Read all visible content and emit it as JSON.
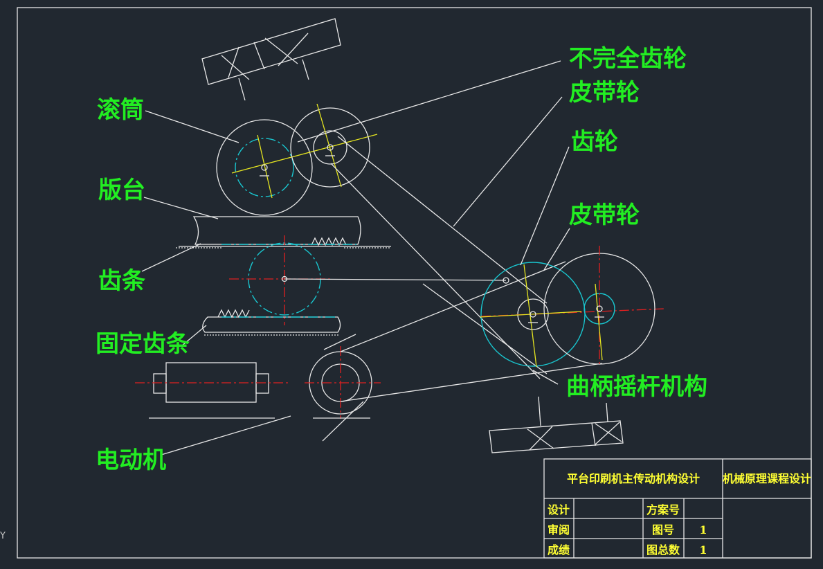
{
  "labels": {
    "incomplete_gear": "不完全齿轮",
    "belt_pulley_top": "皮带轮",
    "gear": "齿轮",
    "belt_pulley_mid": "皮带轮",
    "drum": "滚筒",
    "plate_table": "版台",
    "rack": "齿条",
    "fixed_rack": "固定齿条",
    "crank_rocker": "曲柄摇杆机构",
    "motor": "电动机"
  },
  "title_block": {
    "drawing_title": "平台印刷机主传动机构设计",
    "course_name": "机械原理课程设计",
    "design_label": "设计",
    "review_label": "审阅",
    "grade_label": "成绩",
    "scheme_label": "方案号",
    "drawing_no_label": "图号",
    "drawing_no_value": "1",
    "total_label": "图总数",
    "total_value": "1"
  },
  "axis_marker": "Y",
  "colors": {
    "background": "#212830",
    "label_text": "#22ee22",
    "title_text": "#ffff33",
    "lines": "#e8e8e8",
    "cyan_circles": "#19c6cf",
    "yellow_axes": "#e6e620",
    "red_centerlines": "#e02020"
  }
}
